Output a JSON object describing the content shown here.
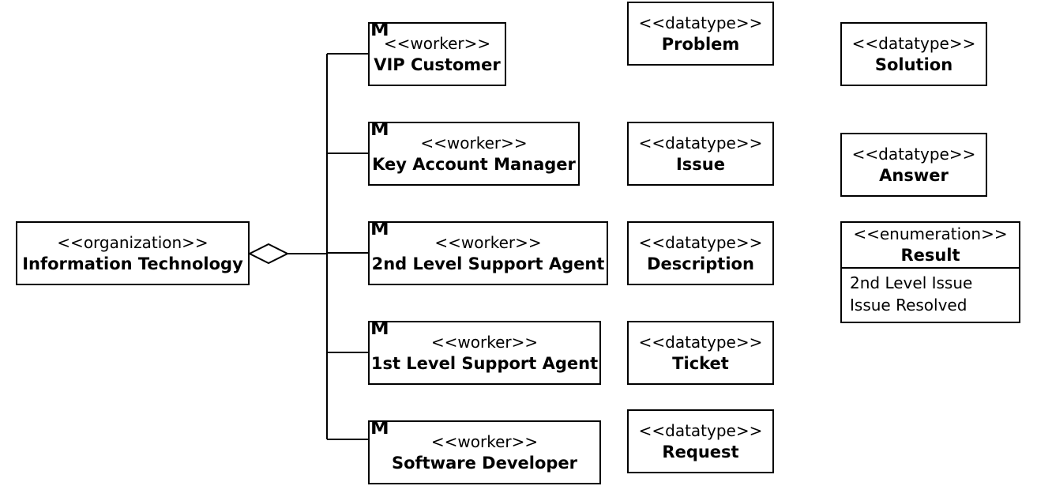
{
  "organization": {
    "stereotype": "<<organization>>",
    "name": "Information Technology"
  },
  "worker_marker": "M",
  "workers": [
    {
      "stereotype": "<<worker>>",
      "name": "VIP Customer"
    },
    {
      "stereotype": "<<worker>>",
      "name": "Key Account Manager"
    },
    {
      "stereotype": "<<worker>>",
      "name": "2nd Level Support Agent"
    },
    {
      "stereotype": "<<worker>>",
      "name": "1st Level Support Agent"
    },
    {
      "stereotype": "<<worker>>",
      "name": "Software Developer"
    }
  ],
  "datatypes": [
    {
      "stereotype": "<<datatype>>",
      "name": "Problem"
    },
    {
      "stereotype": "<<datatype>>",
      "name": "Issue"
    },
    {
      "stereotype": "<<datatype>>",
      "name": "Description"
    },
    {
      "stereotype": "<<datatype>>",
      "name": "Ticket"
    },
    {
      "stereotype": "<<datatype>>",
      "name": "Request"
    },
    {
      "stereotype": "<<datatype>>",
      "name": "Solution"
    },
    {
      "stereotype": "<<datatype>>",
      "name": "Answer"
    }
  ],
  "enumeration": {
    "stereotype": "<<enumeration>>",
    "name": "Result",
    "literals": [
      "2nd Level Issue",
      "Issue Resolved"
    ]
  }
}
